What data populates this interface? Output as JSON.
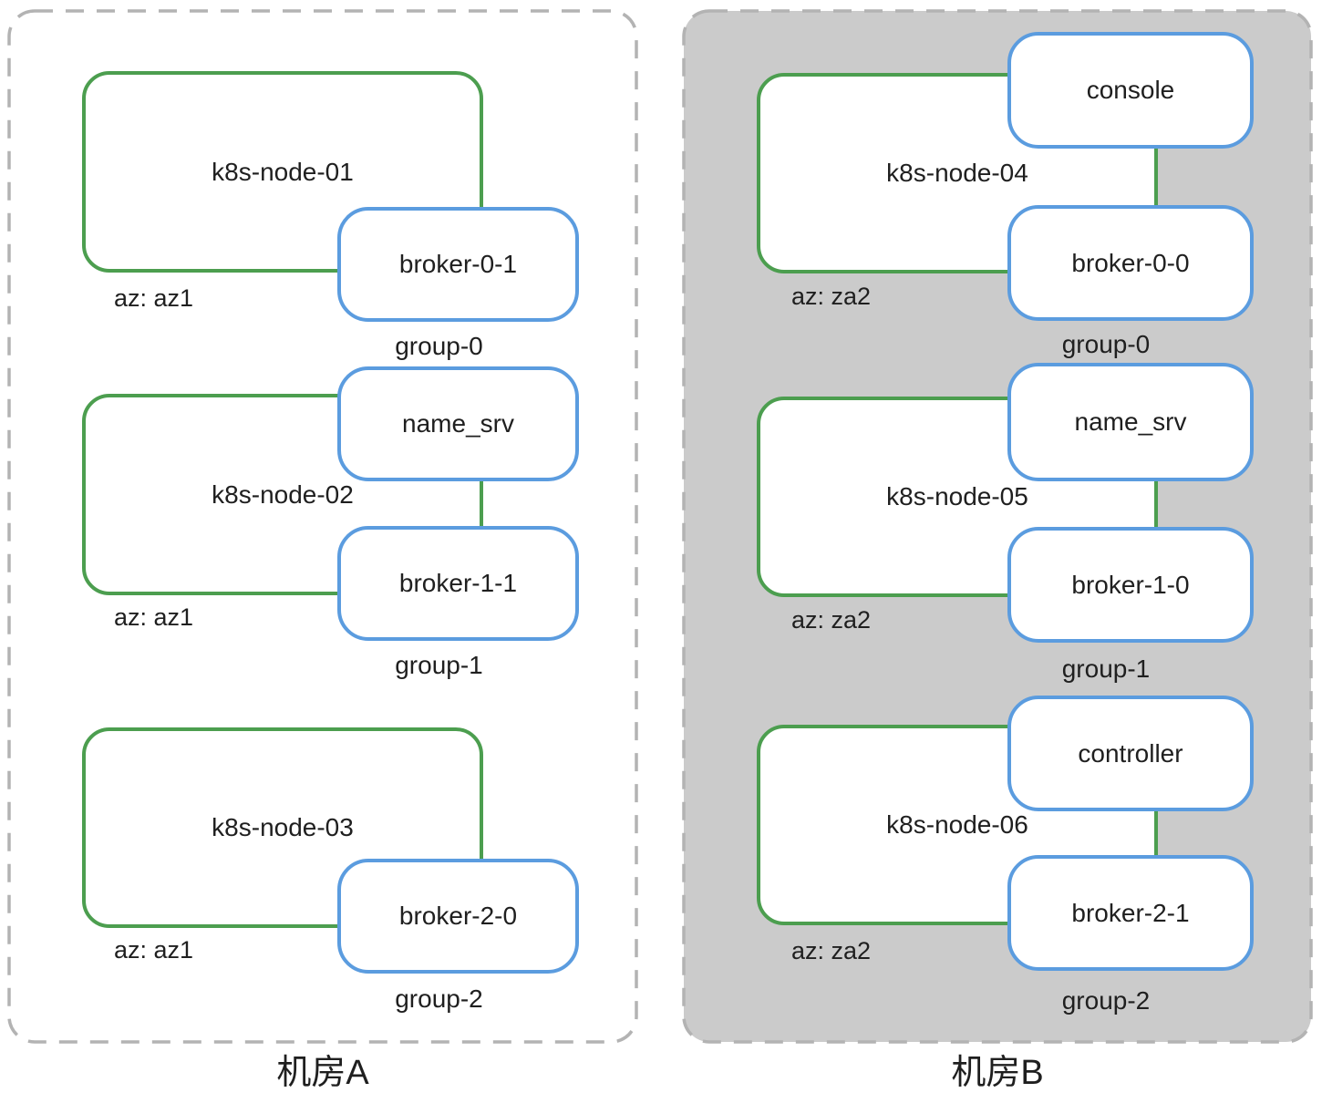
{
  "colors": {
    "node_border_green": "#4c9e4f",
    "service_border_blue": "#5b9cdf",
    "panel_b_fill": "#cbcbcb",
    "panel_dash_border": "#b3b3b3",
    "text": "#1f1f1f",
    "shape_fill": "#ffffff"
  },
  "panels": [
    {
      "title": "机房A",
      "rows": [
        {
          "node": "k8s-node-01",
          "az": "az: az1",
          "group": "group-0",
          "bottom_service": "broker-0-1"
        },
        {
          "node": "k8s-node-02",
          "az": "az: az1",
          "group": "group-1",
          "top_service": "name_srv",
          "bottom_service": "broker-1-1"
        },
        {
          "node": "k8s-node-03",
          "az": "az: az1",
          "group": "group-2",
          "bottom_service": "broker-2-0"
        }
      ]
    },
    {
      "title": "机房B",
      "rows": [
        {
          "node": "k8s-node-04",
          "az": "az: za2",
          "group": "group-0",
          "top_service": "console",
          "bottom_service": "broker-0-0"
        },
        {
          "node": "k8s-node-05",
          "az": "az: za2",
          "group": "group-1",
          "top_service": "name_srv",
          "bottom_service": "broker-1-0"
        },
        {
          "node": "k8s-node-06",
          "az": "az: za2",
          "group": "group-2",
          "top_service": "controller",
          "bottom_service": "broker-2-1"
        }
      ]
    }
  ]
}
